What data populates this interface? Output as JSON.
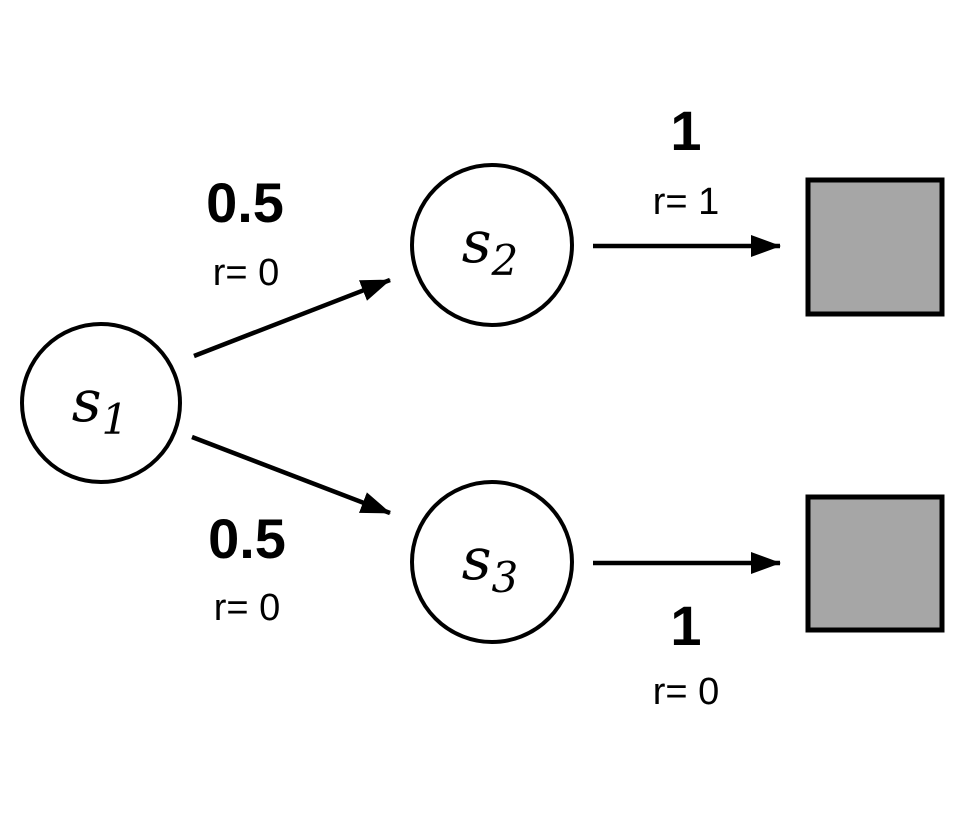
{
  "diagram": {
    "type": "mdp-transition-diagram",
    "colors": {
      "background": "#ffffff",
      "node_fill": "#ffffff",
      "node_stroke": "#000000",
      "terminal_fill": "#a6a6a6",
      "terminal_stroke": "#000000",
      "edge": "#000000",
      "text": "#000000"
    },
    "nodes": [
      {
        "id": "s1",
        "base": "s",
        "sub": "1"
      },
      {
        "id": "s2",
        "base": "s",
        "sub": "2"
      },
      {
        "id": "s3",
        "base": "s",
        "sub": "3"
      }
    ],
    "terminals": [
      {
        "id": "terminal-top"
      },
      {
        "id": "terminal-bottom"
      }
    ],
    "edges": [
      {
        "from": "s1",
        "to": "s2",
        "probability": "0.5",
        "reward": "r= 0"
      },
      {
        "from": "s1",
        "to": "s3",
        "probability": "0.5",
        "reward": "r= 0"
      },
      {
        "from": "s2",
        "to": "terminal-top",
        "probability": "1",
        "reward": "r= 1"
      },
      {
        "from": "s3",
        "to": "terminal-bottom",
        "probability": "1",
        "reward": "r= 0"
      }
    ]
  }
}
